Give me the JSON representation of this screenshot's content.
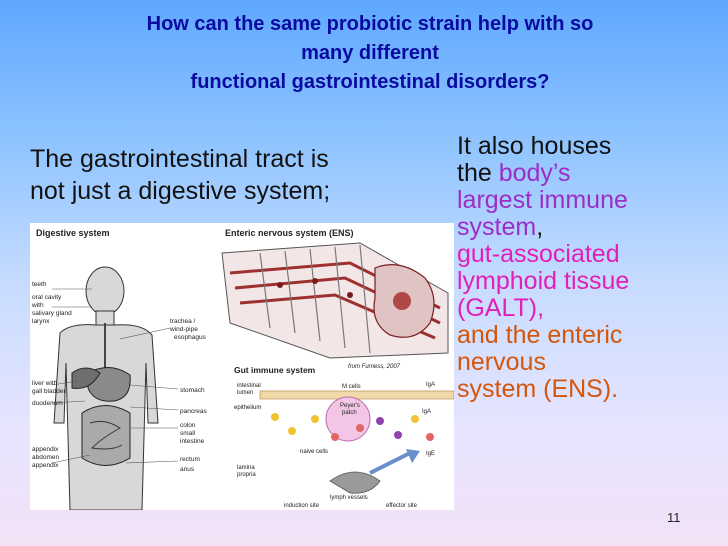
{
  "title": {
    "line1": "How can the same probiotic strain help with so",
    "line2": "many different",
    "line3": "functional gastrointestinal disorders?"
  },
  "left": {
    "line1": "The gastrointestinal tract is",
    "line2": "not just a digestive system;"
  },
  "right": {
    "l1": "It also houses",
    "l2a": "the ",
    "l2b": "body’s",
    "l3": "largest immune",
    "l4a": "system",
    "l4b": ",",
    "l5": "gut-associated",
    "l6": "lymphoid tissue",
    "l7": "(GALT),",
    "l8": "and the enteric",
    "l9": "nervous",
    "l10": "system (ENS)."
  },
  "figure": {
    "digestive_title": "Digestive system",
    "ens_title": "Enteric nervous system (ENS)",
    "gut_title": "Gut immune system",
    "labels": {
      "teeth": "teeth",
      "oral1": "oral cavity",
      "oral2": "with",
      "oral3": "salivary gland",
      "larynx": "larynx",
      "trachea1": "trachea /",
      "trachea2": "wind-pipe",
      "esophagus": "esophagus",
      "liver1": "liver with",
      "liver2": "gall bladder",
      "duodenum": "duodenum",
      "stomach": "stomach",
      "pancreas": "pancreas",
      "colon1": "colon",
      "colon2": "small",
      "colon3": "intestine",
      "appendix1": "appendix",
      "appendix2": "abdomen",
      "appendix3": "appendix",
      "rectum": "rectum",
      "anus": "anus",
      "source": "from Furness, 2007",
      "intestinal1": "intestinal",
      "intestinal2": "lumen",
      "epithelium": "epithelium",
      "mcells": "M cells",
      "peyers1": "Peyer's",
      "peyers2": "patch",
      "iga1": "IgA",
      "iga2": "IgA",
      "ige": "IgE",
      "naive": "naive cells",
      "lamina1": "lamina",
      "lamina2": "propria",
      "lymph": "lymph vessels",
      "induction": "induction site",
      "effector": "effector site"
    }
  },
  "slide_number": "11",
  "colors": {
    "title": "#0a0aa0",
    "purple": "#9b2dc8",
    "magenta": "#e11fb9",
    "orange": "#d4560a"
  }
}
